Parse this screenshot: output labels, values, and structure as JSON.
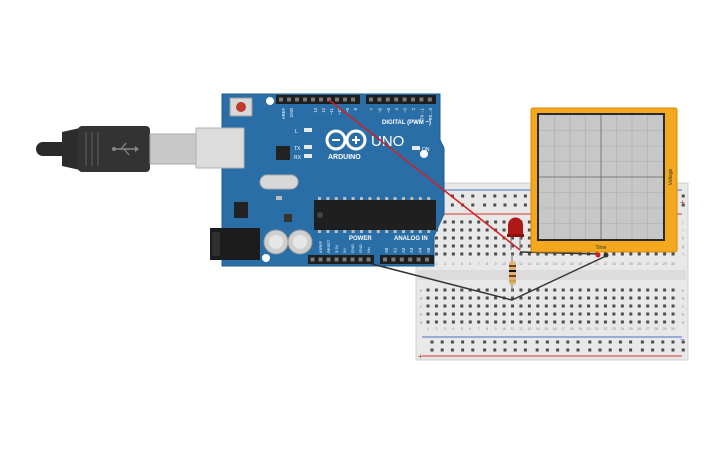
{
  "board": {
    "brand": "ARDUINO",
    "model": "UNO",
    "digital_header_label": "DIGITAL (PWM ~)",
    "power_header_label": "POWER",
    "analog_header_label": "ANALOG IN",
    "led_labels": {
      "l": "L",
      "tx": "TX",
      "rx": "RX",
      "on": "ON"
    },
    "top_pin_labels": [
      "AREF",
      "GND",
      "13",
      "12",
      "~11",
      "~10",
      "~9",
      "8",
      "7",
      "~6",
      "~5",
      "4",
      "~3",
      "2",
      "TX→1",
      "RX←0"
    ],
    "power_pin_labels": [
      "IOREF",
      "RESET",
      "3.3V",
      "5V",
      "GND",
      "GND",
      "Vin"
    ],
    "analog_pin_labels": [
      "A0",
      "A1",
      "A2",
      "A3",
      "A4",
      "A5"
    ]
  },
  "oscilloscope": {
    "x_label": "Time",
    "y_label": "Voltage"
  },
  "breadboard": {
    "column_numbers": [
      "1",
      "2",
      "3",
      "4",
      "5",
      "6",
      "7",
      "8",
      "9",
      "10",
      "11",
      "12",
      "13",
      "14",
      "15",
      "16",
      "17",
      "18",
      "19",
      "20",
      "21",
      "22",
      "23",
      "24",
      "25",
      "26",
      "27",
      "28",
      "29",
      "30"
    ],
    "row_letters_top": [
      "j",
      "i",
      "h",
      "g",
      "f"
    ],
    "row_letters_bottom": [
      "e",
      "d",
      "c",
      "b",
      "a"
    ],
    "rail_plus": "+",
    "rail_minus": "−"
  },
  "colors": {
    "board": "#2a6ea8",
    "board_dark": "#1e5a8c",
    "breadboard": "#e9e9e9",
    "scope_frame": "#f4a81d",
    "wire_red": "#d42020",
    "wire_black": "#333333",
    "led": "#b01818",
    "usb": "#2e2e2e"
  }
}
